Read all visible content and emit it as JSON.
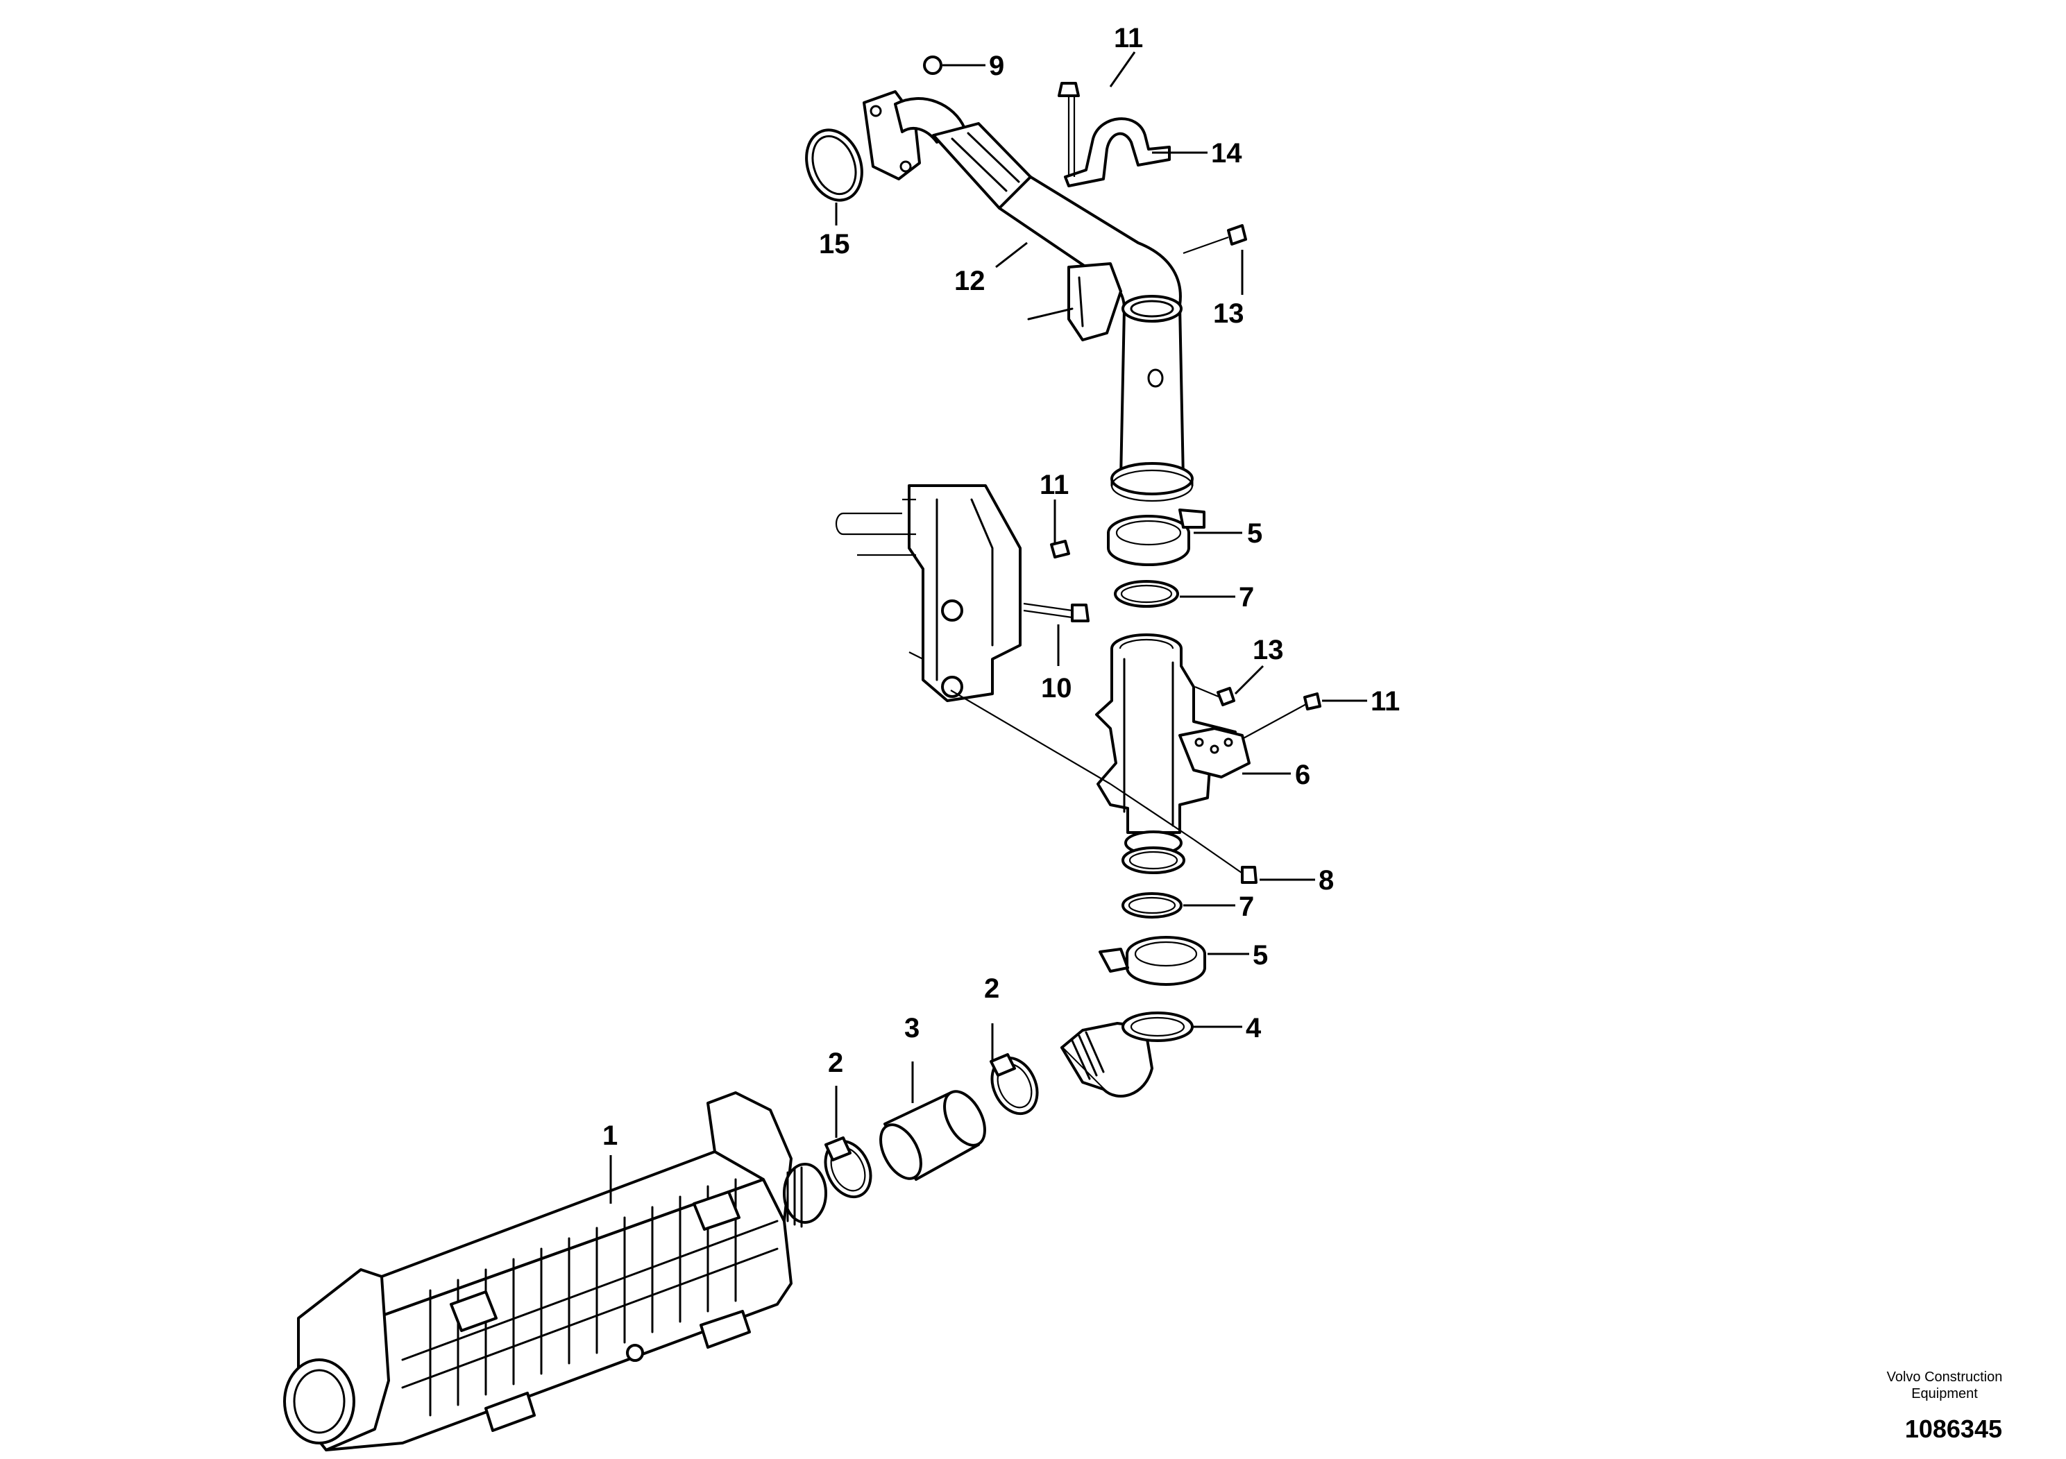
{
  "diagram": {
    "callouts": {
      "c1": "1",
      "c2a": "2",
      "c2b": "2",
      "c3": "3",
      "c4": "4",
      "c5a": "5",
      "c5b": "5",
      "c6": "6",
      "c7a": "7",
      "c7b": "7",
      "c8": "8",
      "c9": "9",
      "c10": "10",
      "c11a": "11",
      "c11b": "11",
      "c11c": "11",
      "c12": "12",
      "c13a": "13",
      "c13b": "13",
      "c14": "14",
      "c15": "15"
    }
  },
  "footer": {
    "brand_line1": "Volvo Construction",
    "brand_line2": "Equipment",
    "doc_number": "1086345"
  }
}
